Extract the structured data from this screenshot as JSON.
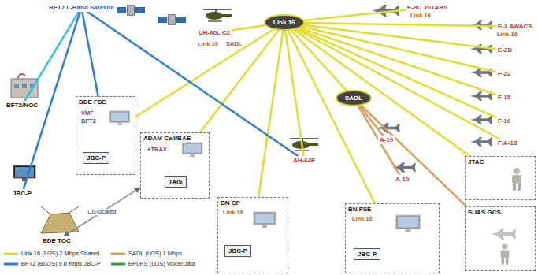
{
  "diagram": {
    "nodes": [
      {
        "text": [
          "BFT2 L-Band Satellite"
        ]
      },
      {
        "text": [
          "Link 16"
        ]
      },
      {
        "text": [
          "SADL"
        ]
      },
      {
        "text": [
          "UH-60L C2"
        ]
      },
      {
        "text": [
          "E-8C JSTARS"
        ]
      },
      {
        "text": [
          "E-3 AWACS"
        ]
      },
      {
        "text": [
          "E-2D"
        ]
      },
      {
        "text": [
          "F-22"
        ]
      },
      {
        "text": [
          "F-15"
        ]
      },
      {
        "text": [
          "F-16"
        ]
      },
      {
        "text": [
          "F/A-18"
        ]
      },
      {
        "text": [
          "BFT2/NOC"
        ]
      },
      {
        "text": [
          "JBC-P"
        ]
      },
      {
        "text": [
          "BDE FSE"
        ]
      },
      {
        "text": [
          "JBC-P"
        ],
        "in": 13
      },
      {
        "text": [
          "ADAM Cell/BAE"
        ]
      },
      {
        "text": [
          "TAIS"
        ],
        "in": 15
      },
      {
        "text": [
          "BDE TOC"
        ]
      },
      {
        "text": [
          "AH-64E"
        ]
      },
      {
        "text": [
          "A-10"
        ]
      },
      {
        "text": [
          "A-10"
        ]
      },
      {
        "text": [
          "BN CP"
        ]
      },
      {
        "text": [
          "JBC-P"
        ],
        "in": 21
      },
      {
        "text": [
          "BN FSE"
        ]
      },
      {
        "text": [
          "JBC-P"
        ],
        "in": 23
      },
      {
        "text": [
          "JTAC"
        ]
      },
      {
        "text": [
          "SUAS GCS"
        ]
      }
    ],
    "edges": [
      {
        "from": 1,
        "to": 3,
        "arrow": "none"
      },
      {
        "from": 1,
        "to": 4,
        "arrow": "none"
      },
      {
        "from": 1,
        "to": 5,
        "arrow": "none"
      },
      {
        "from": 1,
        "to": 6,
        "arrow": "none"
      },
      {
        "from": 1,
        "to": 7,
        "arrow": "none"
      },
      {
        "from": 1,
        "to": 8,
        "arrow": "none"
      },
      {
        "from": 1,
        "to": 9,
        "arrow": "none"
      },
      {
        "from": 1,
        "to": 10,
        "arrow": "none"
      },
      {
        "from": 1,
        "to": 13,
        "arrow": "none"
      },
      {
        "from": 1,
        "to": 15,
        "arrow": "none"
      },
      {
        "from": 1,
        "to": 18,
        "arrow": "none"
      },
      {
        "from": 1,
        "to": 21,
        "arrow": "none"
      },
      {
        "from": 1,
        "to": 23,
        "arrow": "none"
      },
      {
        "from": 1,
        "to": 25,
        "arrow": "none"
      },
      {
        "from": 1,
        "to": 2,
        "arrow": "none"
      },
      {
        "from": 2,
        "to": 19,
        "arrow": "none"
      },
      {
        "from": 2,
        "to": 20,
        "arrow": "none"
      },
      {
        "from": 2,
        "to": 26,
        "arrow": "none"
      },
      {
        "from": 0,
        "to": 11,
        "arrow": "none"
      },
      {
        "from": 0,
        "to": 12,
        "arrow": "none"
      },
      {
        "from": 0,
        "to": 13,
        "arrow": "none"
      },
      {
        "from": 0,
        "to": 18,
        "arrow": "none"
      },
      {
        "from": 17,
        "to": 15,
        "label": "Co-located",
        "arrow": "both"
      }
    ],
    "labels": [
      "Link 16",
      "SADL",
      "Link 16",
      "Link 16",
      "VMF",
      "BFT2",
      "+TRAX",
      "Link 16",
      "Link 16"
    ],
    "legend": [
      {
        "text": "Link 16 (LOS) 2 Mbps Shared"
      },
      {
        "text": "BFT2 (BLOS) 9.6 Kbps JBC-P"
      },
      {
        "text": "SADL (LOS) 1 Mbps"
      },
      {
        "text": "EPLRS (LOS) Voice/Data"
      }
    ]
  }
}
